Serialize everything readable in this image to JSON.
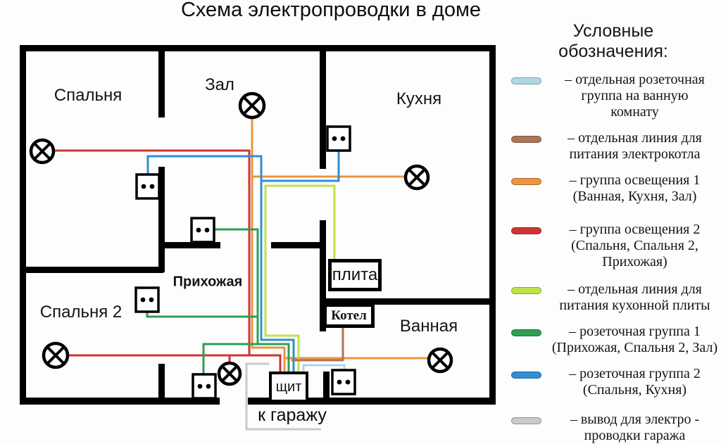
{
  "title": "Схема электропроводки в доме",
  "rooms": {
    "bedroom": "Спальня",
    "hall": "Зал",
    "kitchen": "Кухня",
    "hallway": "Прихожая",
    "bedroom2": "Спальня 2",
    "bathroom": "Ванная"
  },
  "equipment": {
    "stove": "плита",
    "boiler": "Котел",
    "panel": "щит",
    "garage": "к гаражу"
  },
  "colors": {
    "bath_sockets": "#aed8e2",
    "boiler_line": "#ad7458",
    "light_group1": "#ec9440",
    "light_group2": "#cf3434",
    "stove_line": "#bfe14a",
    "socket_group1": "#2f9e52",
    "socket_group2": "#2f8fd4",
    "garage_line": "#c9c9c9",
    "wall": "#000000"
  },
  "legend": {
    "heading_line1": "Условные",
    "heading_line2": "обозначения:",
    "items": [
      {
        "key": "bath_sockets",
        "lines": [
          "– отдельная розеточная",
          "группа на ванную",
          "комнату"
        ]
      },
      {
        "key": "boiler_line",
        "lines": [
          "– отдельная линия для",
          "питания электрокотла"
        ]
      },
      {
        "key": "light_group1",
        "lines": [
          "– группа освещения 1",
          "(Ванная, Кухня, Зал)"
        ]
      },
      {
        "key": "light_group2",
        "lines": [
          "– группа освещения 2",
          "(Спальня, Спальня 2,",
          "Прихожая)"
        ]
      },
      {
        "key": "stove_line",
        "lines": [
          "– отдельная линия для",
          "питания кухонной плиты"
        ]
      },
      {
        "key": "socket_group1",
        "lines": [
          "– розеточная группа 1",
          "(Прихожая, Спальня 2, Зал)"
        ]
      },
      {
        "key": "socket_group2",
        "lines": [
          "– розеточная группа 2",
          "(Спальня, Кухня)"
        ]
      },
      {
        "key": "garage_line",
        "lines": [
          "– вывод для электро -",
          "проводки гаража"
        ]
      }
    ]
  }
}
